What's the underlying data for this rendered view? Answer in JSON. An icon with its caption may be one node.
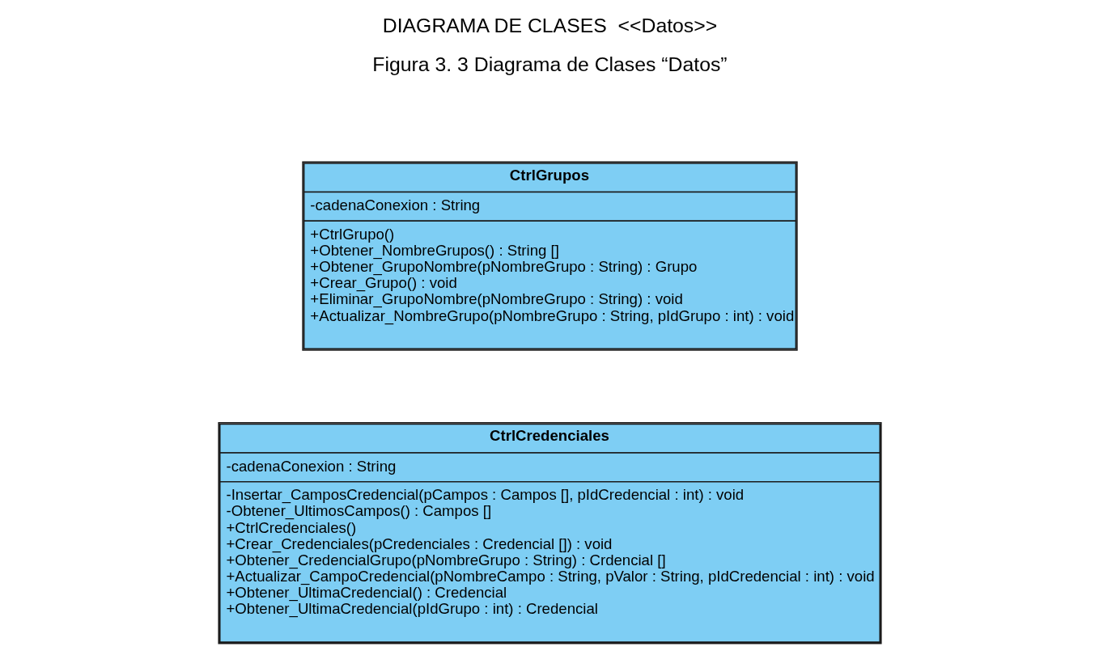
{
  "diagram": {
    "title": "DIAGRAMA DE CLASES  <<Datos>>",
    "caption": "Figura 3. 3 Diagrama de Clases “Datos”",
    "nodes": [
      {
        "text": [
          "CtrlCredenciales",
          "-cadenaConexion : String",
          "-Insertar_CamposCredencial(pCampos : Campos [], pIdCredencial : int) : void",
          "-Obtener_UltimosCampos() : Campos []",
          "+CtrlCredenciales()",
          "+Crear_Credenciales(pCredenciales : Credencial []) : void",
          "+Obtener_CredencialGrupo(pNombreGrupo : String) : Crdencial []",
          "+Actualizar_CampoCredencial(pNombreCampo : String, pValor : String, pIdCredencial : int) : void",
          "+Obtener_UltimaCredencial() : Credencial",
          "+Obtener_UltimaCredencial(pIdGrupo : int) : Credencial"
        ]
      },
      {
        "text": [
          "CtrlGrupos",
          "-cadenaConexion : String",
          "+CtrlGrupo()",
          "+Obtener_NombreGrupos() : String []",
          "+Obtener_GrupoNombre(pNombreGrupo : String) : Grupo",
          "+Crear_Grupo() : void",
          "+Eliminar_GrupoNombre(pNombreGrupo : String) : void",
          "+Actualizar_NombreGrupo(pNombreGrupo : String, pIdGrupo : int) : void"
        ]
      }
    ],
    "edges": []
  }
}
